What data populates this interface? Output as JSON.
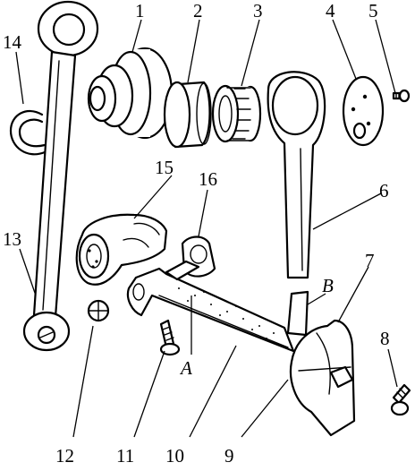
{
  "figure": {
    "part_labels": [
      "1",
      "2",
      "3",
      "4",
      "5",
      "6",
      "7",
      "8",
      "9",
      "10",
      "11",
      "12",
      "13",
      "14",
      "15",
      "16"
    ],
    "point_labels": [
      "A",
      "B"
    ]
  }
}
